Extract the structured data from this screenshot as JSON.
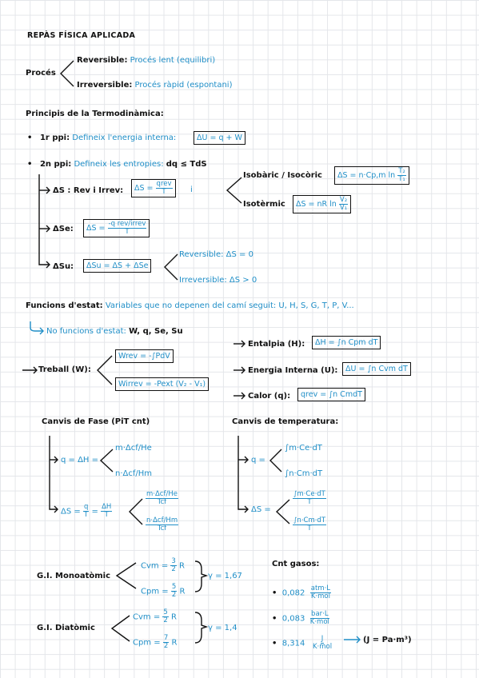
{
  "header": {
    "title": "REPÀS FÍSICA APLICADA"
  },
  "proces": {
    "label": "Procés",
    "rev_label": "Reversible:",
    "rev_value": "Procés lent (equilibri)",
    "irr_label": "Irreversible:",
    "irr_value": "Procés ràpid (espontani)"
  },
  "principis": {
    "title": "Principis de la Termodinàmica:",
    "p1_label": "1r ppi:",
    "p1_text": "Defineix l'energia interna:",
    "p1_box": "ΔU = q + W",
    "p2_label": "2n ppi:",
    "p2_text": "Defineix les entropies:",
    "p2_ineq": "dq ≤ TdS",
    "rev_irrev_label": "ΔS : Rev i Irrev:",
    "rev_irrev_box_prefix": "ΔS =",
    "rev_irrev_num": "qrev",
    "rev_irrev_den": "T",
    "rev_irrev_i": "i",
    "iso_label": "Isobàric / Isocòric",
    "iso_box": "ΔS = n·Cp,m ln",
    "iso_num": "T₂",
    "iso_den": "T₁",
    "isot_label": "Isotèrmic",
    "isot_box": "ΔS = nR ln",
    "isot_num": "V₂",
    "isot_den": "V₁",
    "se_label": "ΔSe:",
    "se_prefix": "ΔS =",
    "se_num": "-q rev/irrev",
    "se_den": "T",
    "su_label": "ΔSu:",
    "su_box": "ΔSu = ΔS + ΔSe",
    "su_rev": "Reversible: ΔS = 0",
    "su_irrev": "Irreversible: ΔS > 0"
  },
  "funcions": {
    "label": "Funcions d'estat:",
    "text": "Variables que no depenen del camí seguit: U, H, S, G, T, P, V...",
    "no_label": "No funcions d'estat:",
    "no_text": "W, q, Se, Su"
  },
  "treball": {
    "label": "Treball (W):",
    "box1": "Wrev = -∫PdV",
    "box2": "Wirrev = -Pext (V₂ - V₁)",
    "entalpia_label": "Entalpia (H):",
    "entalpia_box": "ΔH = ∫n Cpm dT",
    "energia_label": "Energia Interna (U):",
    "energia_box": "ΔU = ∫n Cvm dT",
    "calor_label": "Calor (q):",
    "calor_box": "qrev = ∫n CmdT"
  },
  "canvis_fase": {
    "title": "Canvis de Fase (PiT cnt)",
    "q_label": "q = ΔH =",
    "q1": "m·Δcf/He",
    "q2": "n·Δcf/Hm",
    "s_label_a": "ΔS =",
    "s_label_q": "q",
    "s_label_t": "T",
    "s_label_eq": "=",
    "s_label_h": "ΔH",
    "s_label_t2": "T",
    "s1_num": "m·Δcf/He",
    "s1_den": "Tcf",
    "s2_num": "n·Δcf/Hm",
    "s2_den": "Tcf"
  },
  "canvis_temp": {
    "title": "Canvis de temperatura:",
    "q_label": "q =",
    "q1": "∫m·Ce·dT",
    "q2": "∫n·Cm·dT",
    "s_label": "ΔS =",
    "s1_num": "∫m·Ce·dT",
    "s1_den": "T",
    "s2_num": "∫n·Cm·dT",
    "s2_den": "T"
  },
  "gi": {
    "mono_label": "G.I. Monoatòmic",
    "mono_cvm": "Cvm =",
    "mono_cvm_num": "3",
    "mono_cvm_den": "2",
    "mono_cpm": "Cpm =",
    "mono_cpm_num": "5",
    "mono_cpm_den": "2",
    "mono_r": "R",
    "mono_gamma": "γ = 1,67",
    "dia_label": "G.I. Diatòmic",
    "dia_cvm": "Cvm =",
    "dia_cvm_num": "5",
    "dia_cvm_den": "2",
    "dia_cpm": "Cpm =",
    "dia_cpm_num": "7",
    "dia_cpm_den": "2",
    "dia_r": "R",
    "dia_gamma": "γ = 1,4"
  },
  "cnt": {
    "title": "Cnt gasos:",
    "c1": "0,082",
    "c1_num": "atm·L",
    "c1_den": "K·mol",
    "c2": "0,083",
    "c2_num": "bar·L",
    "c2_den": "K·mol",
    "c3": "8,314",
    "c3_num": "J",
    "c3_den": "K·mol",
    "c3_note": "(J = Pa·m³)"
  }
}
